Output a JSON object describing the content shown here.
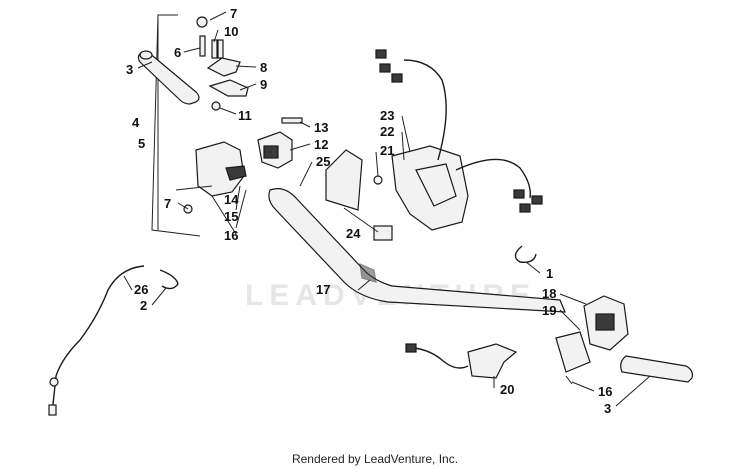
{
  "watermark": "LEADVENTURE",
  "footer": "Rendered by LeadVenture, Inc.",
  "callouts": {
    "c7a": "7",
    "c10": "10",
    "c6": "6",
    "c3a": "3",
    "c8": "8",
    "c9": "9",
    "c11": "11",
    "c4": "4",
    "c5": "5",
    "c13": "13",
    "c12": "12",
    "c25": "25",
    "c14": "14",
    "c15": "15",
    "c16a": "16",
    "c7b": "7",
    "c23": "23",
    "c22": "22",
    "c21": "21",
    "c24": "24",
    "c17": "17",
    "c26": "26",
    "c2": "2",
    "c1": "1",
    "c18": "18",
    "c19": "19",
    "c20": "20",
    "c16b": "16",
    "c3b": "3"
  }
}
